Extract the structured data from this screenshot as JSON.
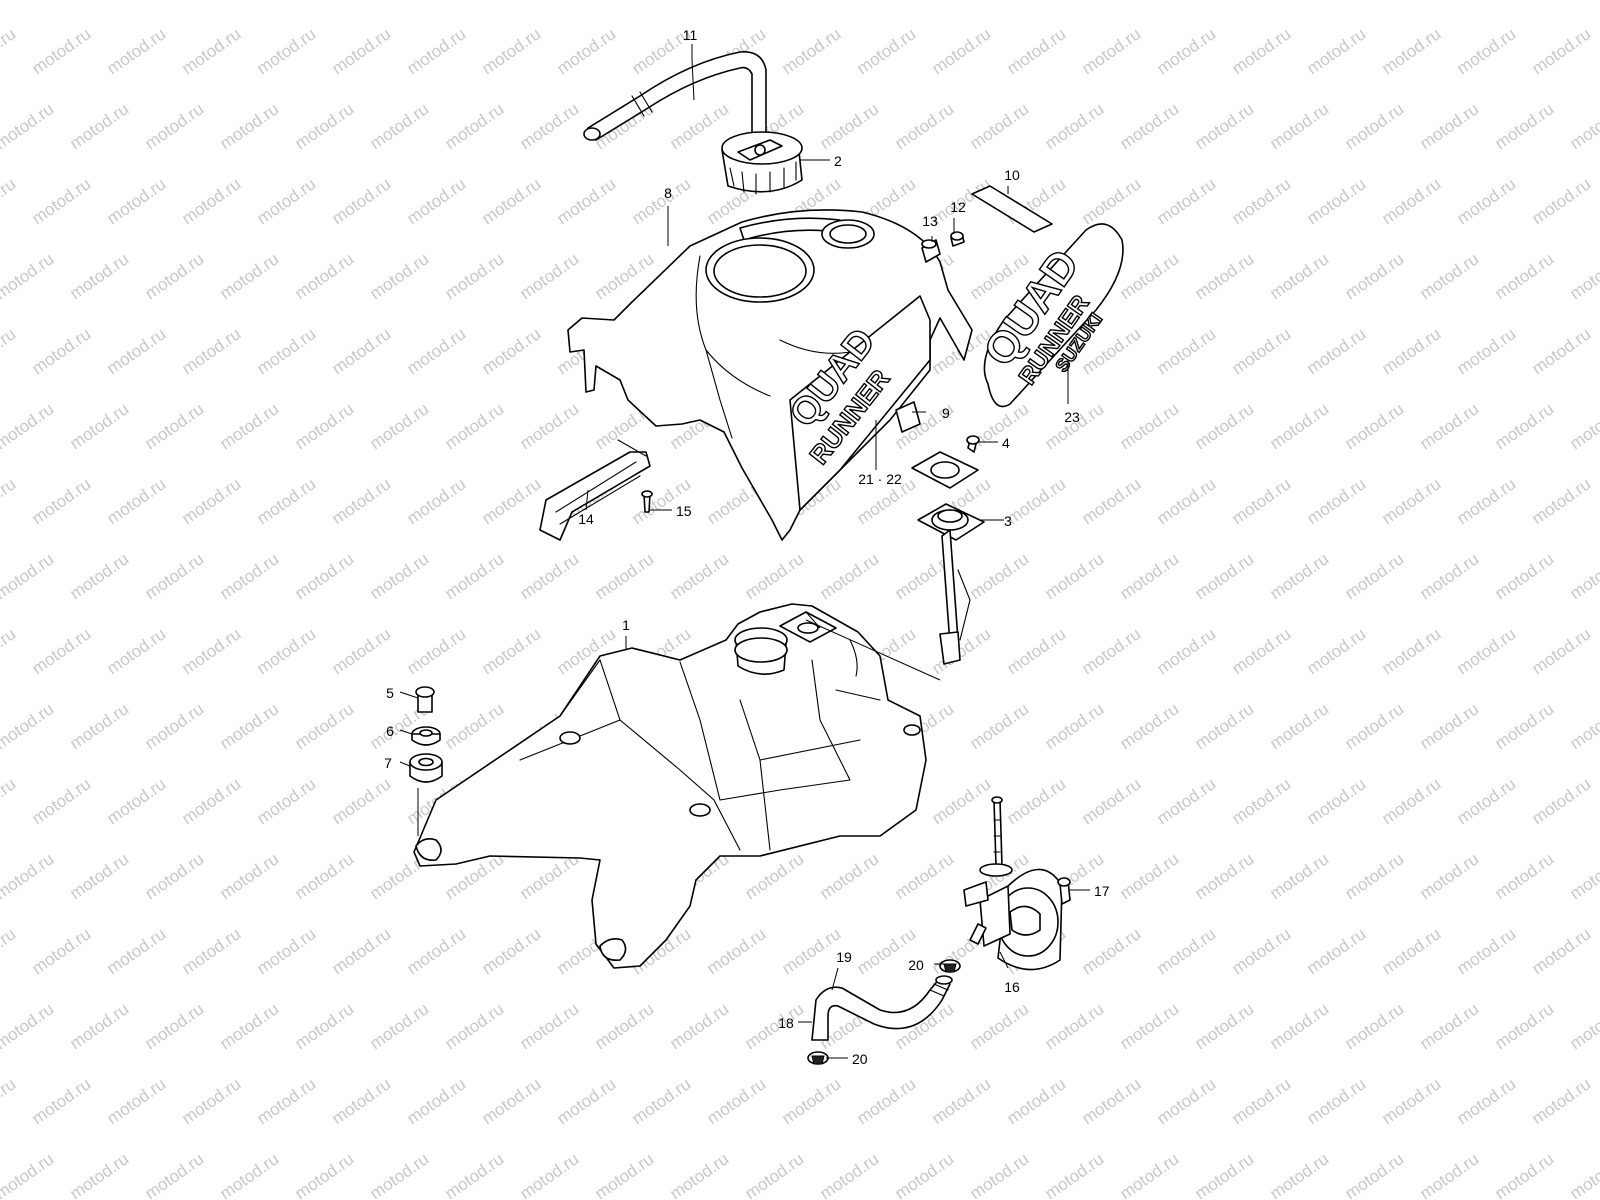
{
  "watermark": {
    "text": "motod.ru",
    "color": "#c8c8c8"
  },
  "colors": {
    "line": "#000000",
    "background": "#ffffff"
  },
  "callouts": {
    "p1": "1",
    "p2": "2",
    "p3": "3",
    "p4": "4",
    "p5": "5",
    "p6": "6",
    "p7": "7",
    "p8": "8",
    "p9": "9",
    "p10": "10",
    "p11": "11",
    "p12": "12",
    "p13": "13",
    "p14": "14",
    "p15": "15",
    "p16": "16",
    "p17": "17",
    "p18": "18",
    "p19": "19",
    "p20a": "20",
    "p20b": "20",
    "p21_22": "21 · 22",
    "p23": "23"
  },
  "decal": {
    "line1": "QUAD",
    "line2": "RUNNER",
    "line3": "SUZUKI"
  }
}
